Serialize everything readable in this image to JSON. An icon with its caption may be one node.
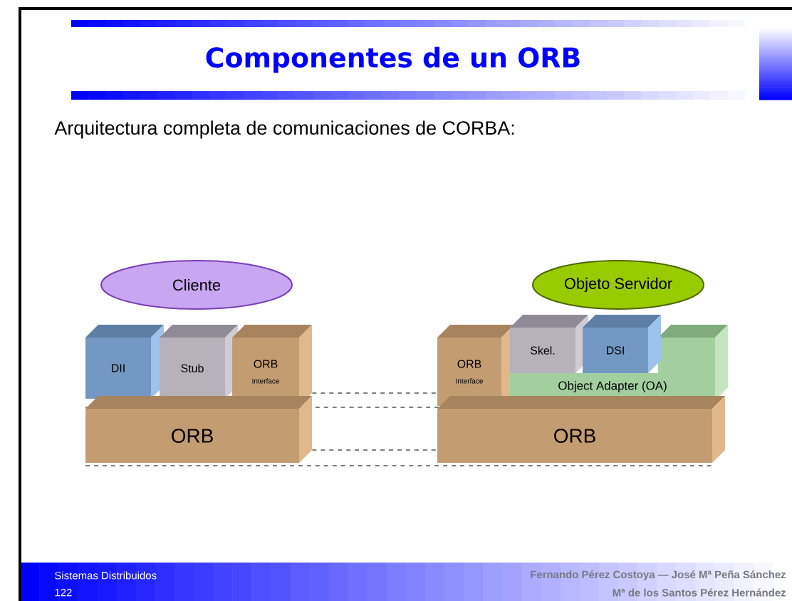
{
  "diagram": {
    "title": "Componentes de un ORB",
    "nodes": [
      {
        "text": [
          "Cliente"
        ]
      },
      {
        "text": [
          "Objeto Servidor"
        ]
      },
      {
        "text": [
          "DII"
        ]
      },
      {
        "text": [
          "Stub"
        ]
      },
      {
        "text": [
          "ORB",
          "Interface"
        ]
      },
      {
        "text": [
          "ORB"
        ]
      },
      {
        "text": [
          "ORB",
          "Interface"
        ]
      },
      {
        "text": [
          "Object Adapter (OA)"
        ]
      },
      {
        "text": [
          "Skel."
        ]
      },
      {
        "text": [
          "DSI"
        ]
      },
      {
        "text": [
          "ORB"
        ]
      }
    ],
    "edges": [
      {
        "from": 4,
        "to": 6,
        "arrow": "none",
        "style": "dashed"
      },
      {
        "from": 5,
        "to": 10,
        "arrow": "none",
        "style": "dashed"
      }
    ],
    "labels": [
      "Arquitectura completa de comunicaciones de CORBA:",
      "Sistemas Distribuidos",
      "122",
      "Fernando Pérez Costoya — José Mª Peña Sánchez",
      "Mª de los Santos Pérez Hernández"
    ]
  }
}
